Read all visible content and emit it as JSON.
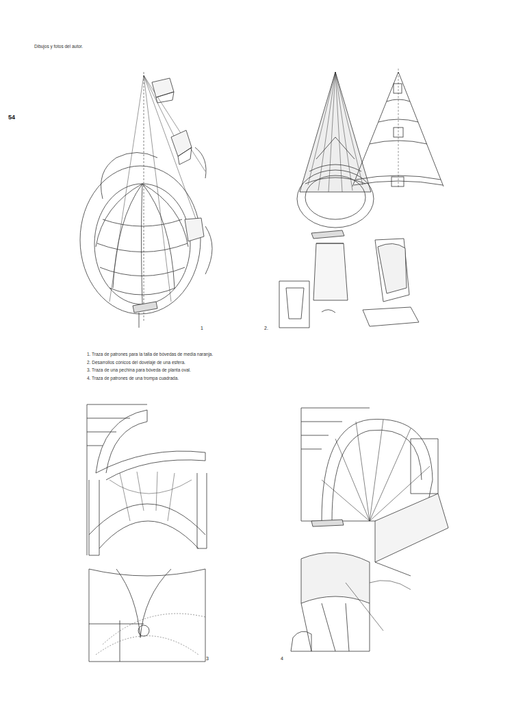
{
  "diagram": {
    "labels": [
      "Dibujos y fotos del autor.",
      "54",
      "1",
      "2.",
      "1. Traza de patrones para la talla de bóvedas de media naranja.",
      "2. Desarrollos cónicos del dovelaje de una esfera.",
      "3. Traza de una pechina para bóveda de planta oval.",
      "4. Traza de patrones de una trompa cuadrada.",
      "3",
      "4"
    ]
  }
}
